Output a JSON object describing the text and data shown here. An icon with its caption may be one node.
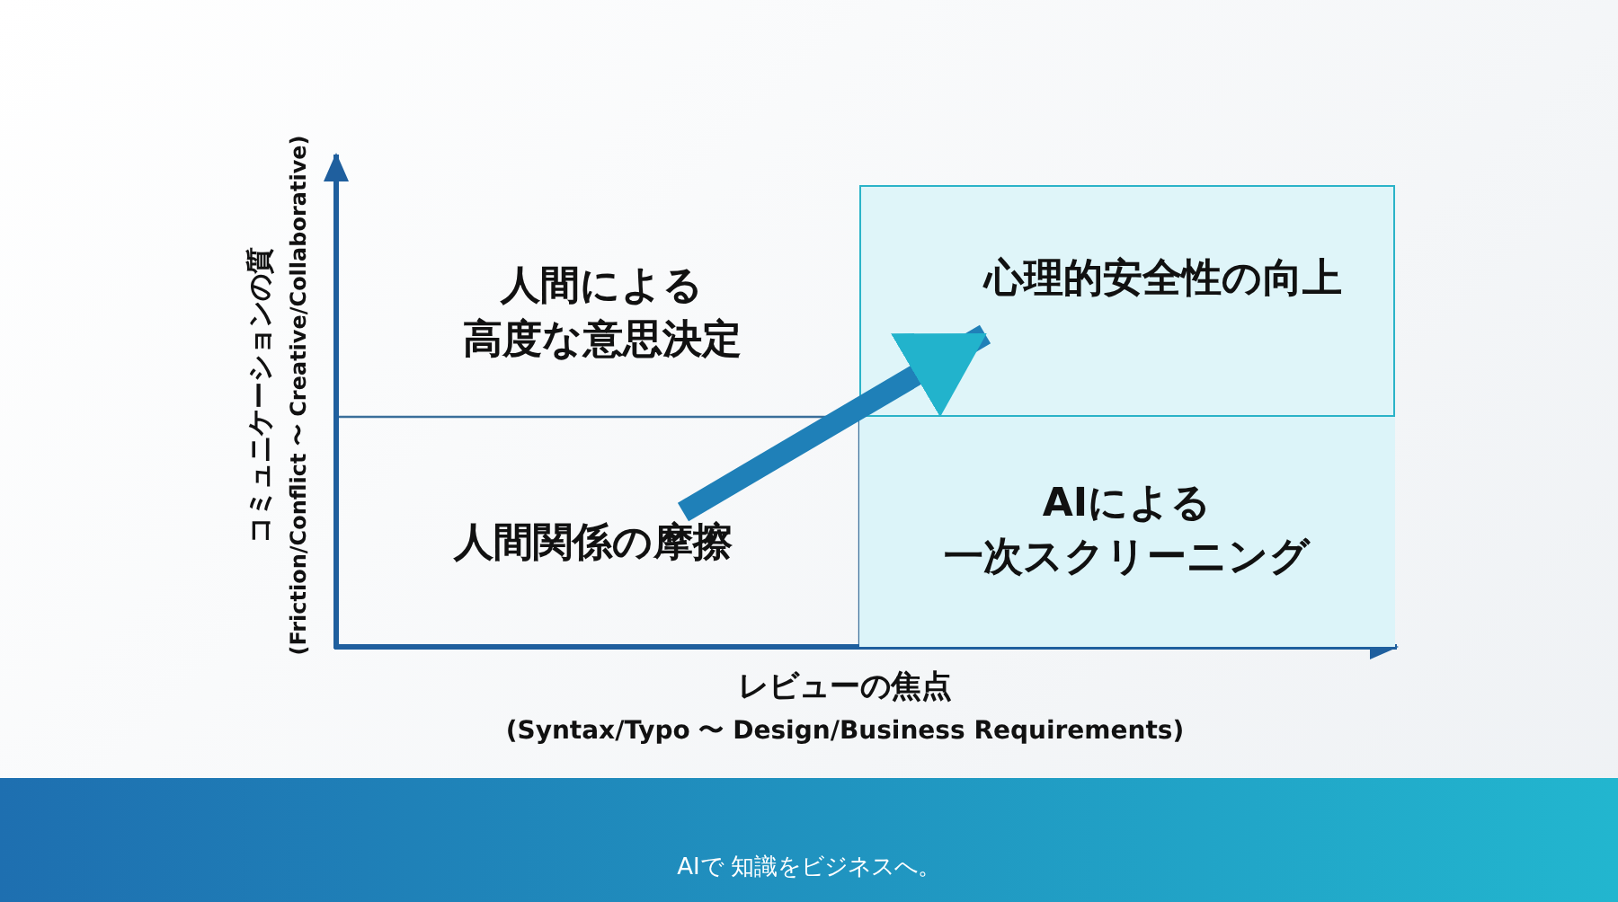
{
  "diagram": {
    "nodes": [
      {
        "text": [
          "人間による高度な意思決定"
        ]
      },
      {
        "text": [
          "心理的安全性の向上"
        ]
      },
      {
        "text": [
          "人間関係の摩擦"
        ]
      },
      {
        "text": [
          "AIによる一次スクリーニング"
        ]
      }
    ],
    "edges": [
      {
        "from": 2,
        "to": 1,
        "arrow": "to"
      }
    ],
    "labels": [
      "コミュニケーションの質",
      "(Friction/Conflict 〜 Creative/Collaborative)",
      "レビューの焦点",
      "(Syntax/Typo 〜 Design/Business Requirements)",
      "AIで 知識をビジネスへ。"
    ]
  }
}
